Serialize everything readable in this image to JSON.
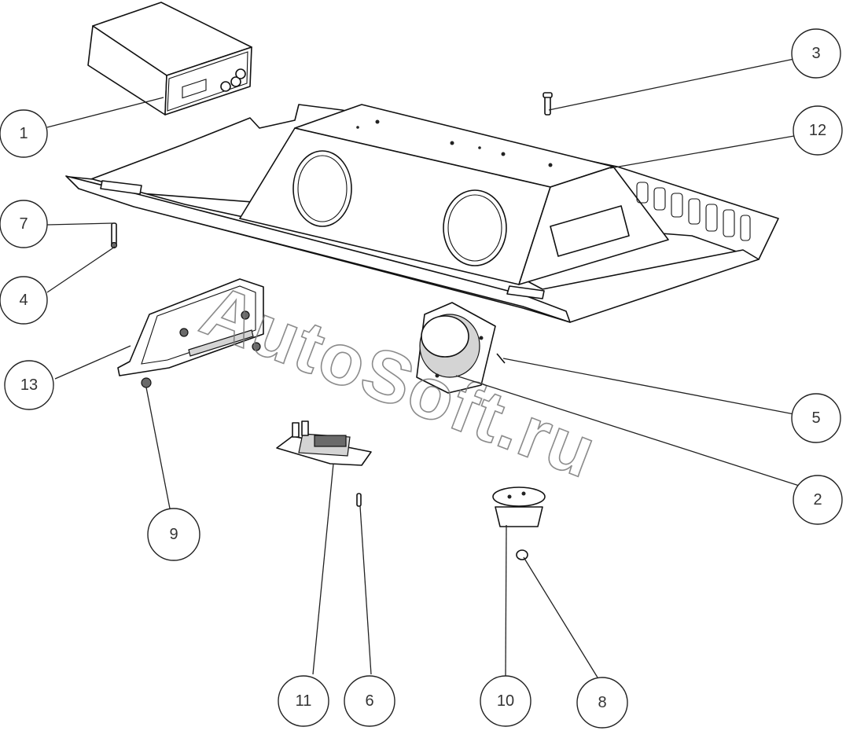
{
  "callouts": [
    {
      "id": "c1",
      "label": "1"
    },
    {
      "id": "c2",
      "label": "2"
    },
    {
      "id": "c3",
      "label": "3"
    },
    {
      "id": "c4",
      "label": "4"
    },
    {
      "id": "c5",
      "label": "5"
    },
    {
      "id": "c6",
      "label": "6"
    },
    {
      "id": "c7",
      "label": "7"
    },
    {
      "id": "c8",
      "label": "8"
    },
    {
      "id": "c9",
      "label": "9"
    },
    {
      "id": "c10",
      "label": "10"
    },
    {
      "id": "c11",
      "label": "11"
    },
    {
      "id": "c12",
      "label": "12"
    },
    {
      "id": "c13",
      "label": "13"
    }
  ],
  "watermark": "AutoSoft.ru"
}
